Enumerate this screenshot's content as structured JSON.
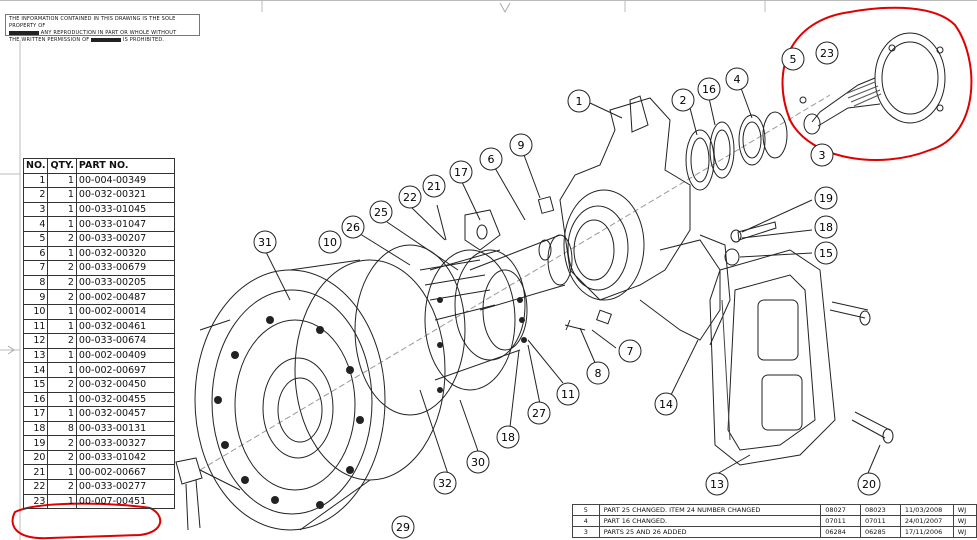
{
  "notice": {
    "line1": "THE INFORMATION CONTAINED IN THIS DRAWING IS THE SOLE PROPERTY OF",
    "line2": "ANY REPRODUCTION IN PART OR WHOLE WITHOUT",
    "line3": "THE WRITTEN PERMISSION OF",
    "line4": "IS PROHIBITED."
  },
  "bom": {
    "headers": [
      "NO.",
      "QTY.",
      "PART NO."
    ],
    "rows": [
      {
        "no": "1",
        "qty": "1",
        "part": "00-004-00349"
      },
      {
        "no": "2",
        "qty": "1",
        "part": "00-032-00321"
      },
      {
        "no": "3",
        "qty": "1",
        "part": "00-033-01045"
      },
      {
        "no": "4",
        "qty": "1",
        "part": "00-033-01047"
      },
      {
        "no": "5",
        "qty": "2",
        "part": "00-033-00207"
      },
      {
        "no": "6",
        "qty": "1",
        "part": "00-032-00320"
      },
      {
        "no": "7",
        "qty": "2",
        "part": "00-033-00679"
      },
      {
        "no": "8",
        "qty": "2",
        "part": "00-033-00205"
      },
      {
        "no": "9",
        "qty": "2",
        "part": "00-002-00487"
      },
      {
        "no": "10",
        "qty": "1",
        "part": "00-002-00014"
      },
      {
        "no": "11",
        "qty": "1",
        "part": "00-032-00461"
      },
      {
        "no": "12",
        "qty": "2",
        "part": "00-033-00674"
      },
      {
        "no": "13",
        "qty": "1",
        "part": "00-002-00409"
      },
      {
        "no": "14",
        "qty": "1",
        "part": "00-002-00697"
      },
      {
        "no": "15",
        "qty": "2",
        "part": "00-032-00450"
      },
      {
        "no": "16",
        "qty": "1",
        "part": "00-032-00455"
      },
      {
        "no": "17",
        "qty": "1",
        "part": "00-032-00457"
      },
      {
        "no": "18",
        "qty": "8",
        "part": "00-033-00131"
      },
      {
        "no": "19",
        "qty": "2",
        "part": "00-033-00327"
      },
      {
        "no": "20",
        "qty": "2",
        "part": "00-033-01042"
      },
      {
        "no": "21",
        "qty": "1",
        "part": "00-002-00667"
      },
      {
        "no": "22",
        "qty": "2",
        "part": "00-033-00277"
      },
      {
        "no": "23",
        "qty": "1",
        "part": "00-007-00451"
      }
    ]
  },
  "revisions": [
    {
      "rev": "5",
      "desc": "PART 25 CHANGED. ITEM 24 NUMBER CHANGED",
      "ecn": "08027",
      "ecn2": "08023",
      "date": "11/03/2008",
      "by": "WJ"
    },
    {
      "rev": "4",
      "desc": "PART 16 CHANGED.",
      "ecn": "07011",
      "ecn2": "07011",
      "date": "24/01/2007",
      "by": "WJ"
    },
    {
      "rev": "3",
      "desc": "PARTS 25 AND 26 ADDED",
      "ecn": "06284",
      "ecn2": "06285",
      "date": "17/11/2006",
      "by": "WJ"
    }
  ],
  "balloons": [
    {
      "label": "1"
    },
    {
      "label": "2"
    },
    {
      "label": "16"
    },
    {
      "label": "4"
    },
    {
      "label": "5"
    },
    {
      "label": "23"
    },
    {
      "label": "3"
    },
    {
      "label": "9"
    },
    {
      "label": "6"
    },
    {
      "label": "17"
    },
    {
      "label": "21"
    },
    {
      "label": "22"
    },
    {
      "label": "25"
    },
    {
      "label": "26"
    },
    {
      "label": "10"
    },
    {
      "label": "31"
    },
    {
      "label": "19"
    },
    {
      "label": "18"
    },
    {
      "label": "15"
    },
    {
      "label": "7"
    },
    {
      "label": "8"
    },
    {
      "label": "11"
    },
    {
      "label": "27"
    },
    {
      "label": "18"
    },
    {
      "label": "14"
    },
    {
      "label": "30"
    },
    {
      "label": "32"
    },
    {
      "label": "29"
    },
    {
      "label": "13"
    },
    {
      "label": "20"
    }
  ],
  "highlight_color": "#e00000"
}
